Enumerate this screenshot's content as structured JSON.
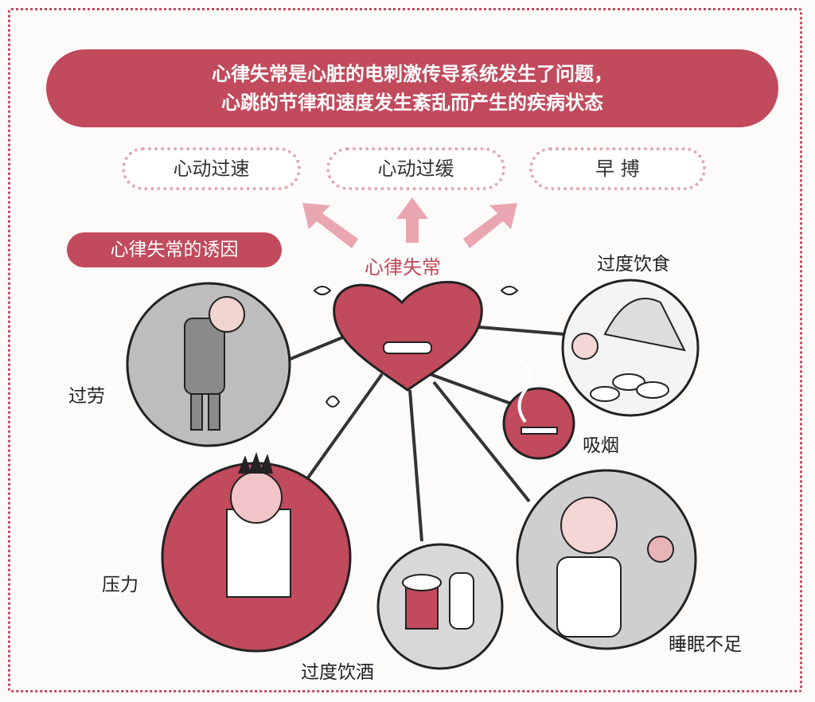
{
  "definition": {
    "line1": "心律失常是心脏的电刺激传导系统发生了问题，",
    "line2": "心跳的节律和速度发生紊乱而产生的疾病状态"
  },
  "types": [
    "心动过速",
    "心动过缓",
    "早 搏"
  ],
  "causes_title": "心律失常的诱因",
  "center_label": "心律失常",
  "causes": {
    "overwork": "过劳",
    "stress": "压力",
    "drinking": "过度饮酒",
    "sleep": "睡眠不足",
    "smoking": "吸烟",
    "overeating": "过度饮食"
  },
  "colors": {
    "accent": "#c14a5c",
    "light": "#e2a9b3"
  }
}
